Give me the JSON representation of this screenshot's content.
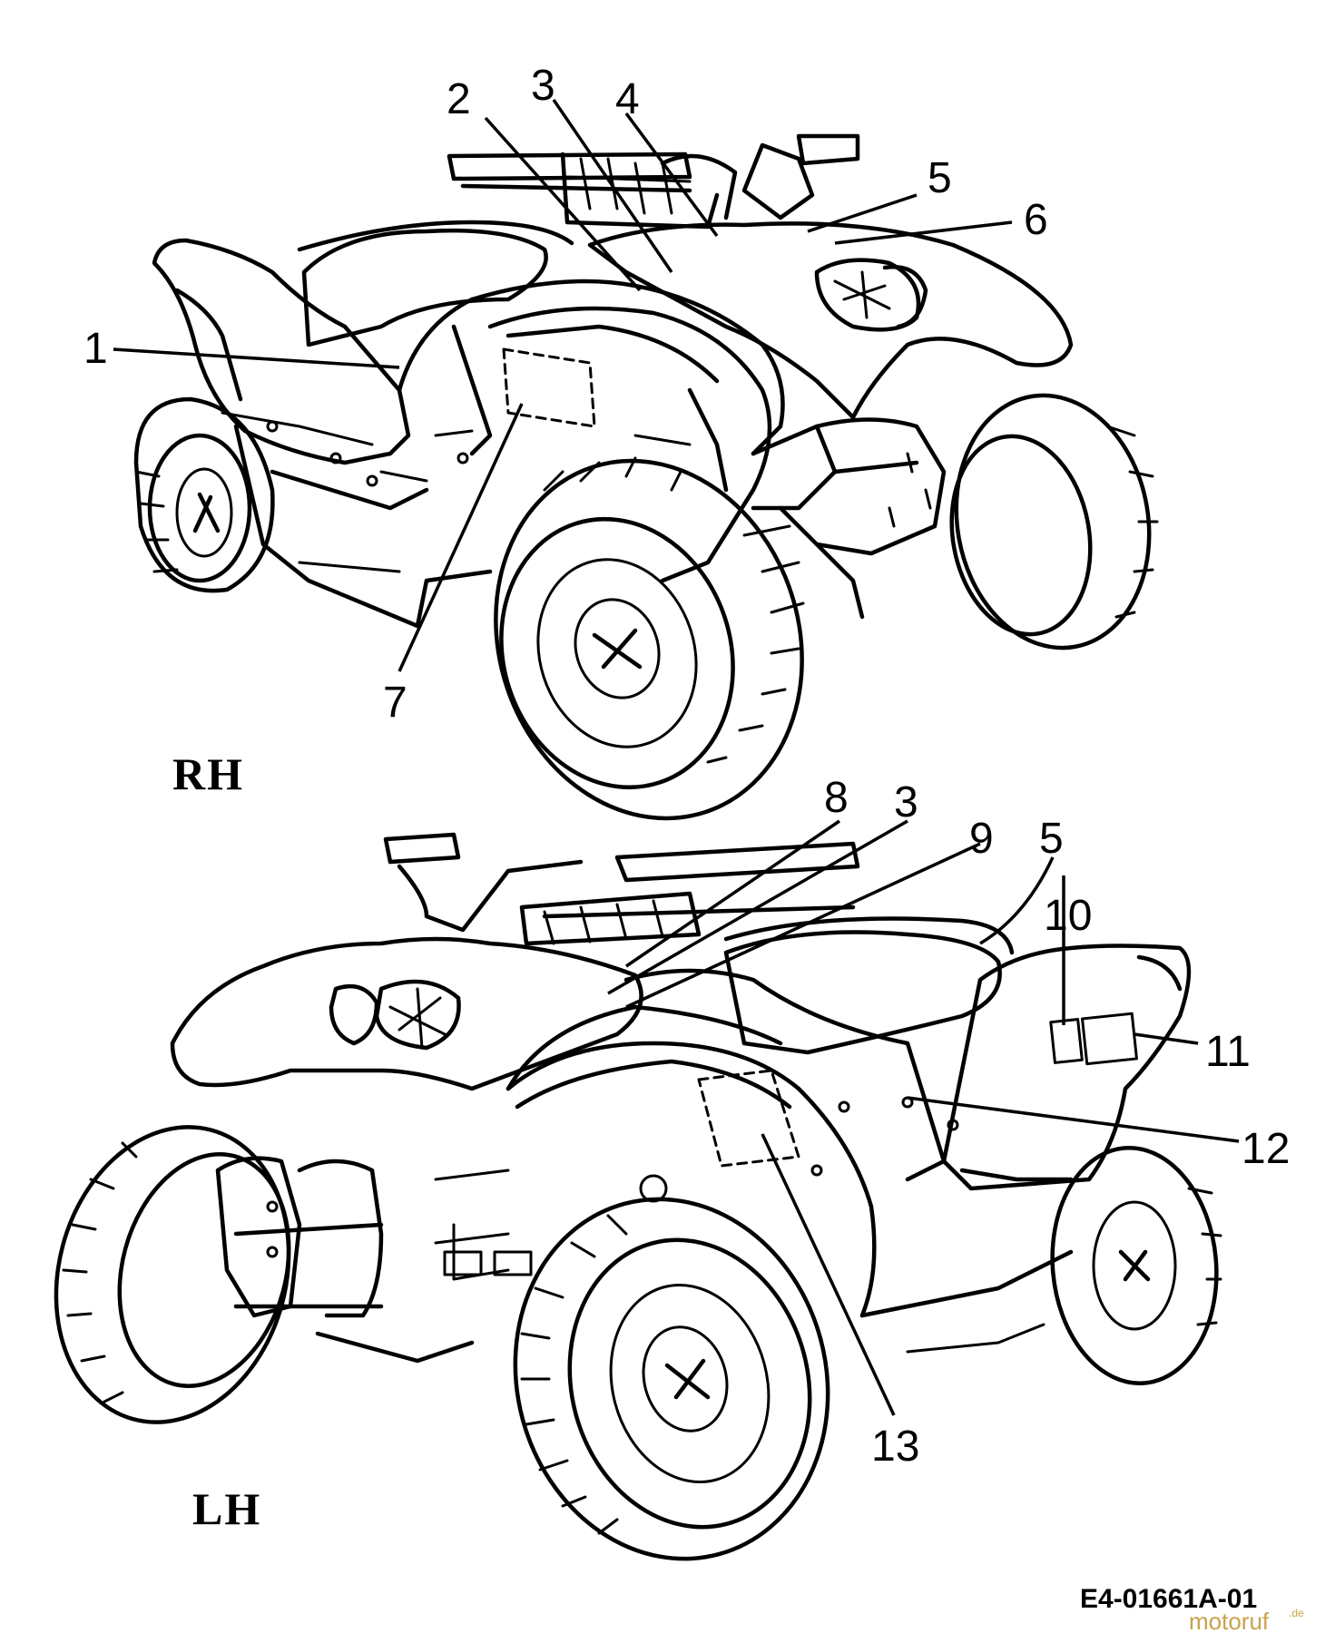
{
  "views": {
    "rh": {
      "label": "RH"
    },
    "lh": {
      "label": "LH"
    }
  },
  "callouts_rh": [
    "1",
    "2",
    "3",
    "4",
    "5",
    "6",
    "7"
  ],
  "callouts_lh": [
    "8",
    "3",
    "9",
    "5",
    "10",
    "11",
    "12",
    "13"
  ],
  "drawing_code": "E4-01661A-01",
  "watermark": {
    "brand": "motoruf",
    "suffix": ".de"
  }
}
